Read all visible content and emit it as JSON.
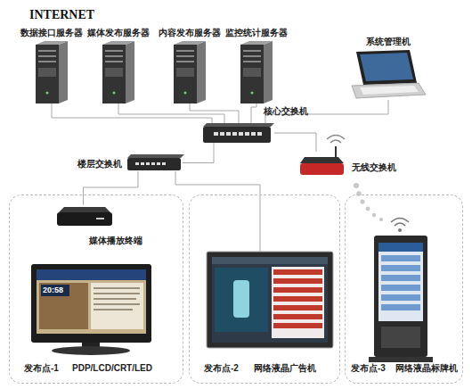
{
  "diagram": {
    "nodes": [
      {
        "text": [
          "数据接口服务器"
        ]
      },
      {
        "text": [
          "媒体发布服务器"
        ]
      },
      {
        "text": [
          "内容发布服务器"
        ]
      },
      {
        "text": [
          "监控统计服务器"
        ]
      },
      {
        "text": [
          "系统管理机"
        ]
      },
      {
        "text": [
          "核心交换机"
        ]
      },
      {
        "text": [
          "楼层交换机"
        ]
      },
      {
        "text": [
          "无线交换机"
        ]
      },
      {
        "text": [
          "发布点-1",
          "PDP/LCD/CRT/LED"
        ]
      },
      {
        "text": [
          "媒体播放终端"
        ],
        "in": 8
      },
      {
        "text": [
          "发布点-2",
          "网络液晶广告机"
        ]
      },
      {
        "text": [
          "发布点-3",
          "网络液晶标牌机"
        ]
      }
    ],
    "edges": [
      {
        "from": 0,
        "to": 5,
        "arrow": "none"
      },
      {
        "from": 1,
        "to": 5,
        "arrow": "none"
      },
      {
        "from": 2,
        "to": 5,
        "arrow": "none"
      },
      {
        "from": 3,
        "to": 5,
        "arrow": "none"
      },
      {
        "from": 4,
        "to": 5,
        "arrow": "none"
      },
      {
        "from": 5,
        "to": 6,
        "arrow": "none"
      },
      {
        "from": 5,
        "to": 7,
        "arrow": "none"
      },
      {
        "from": 6,
        "to": 9,
        "arrow": "none"
      },
      {
        "from": 6,
        "to": 10,
        "arrow": "none"
      }
    ],
    "labels": [
      "INTERNET",
      "20:58"
    ]
  }
}
